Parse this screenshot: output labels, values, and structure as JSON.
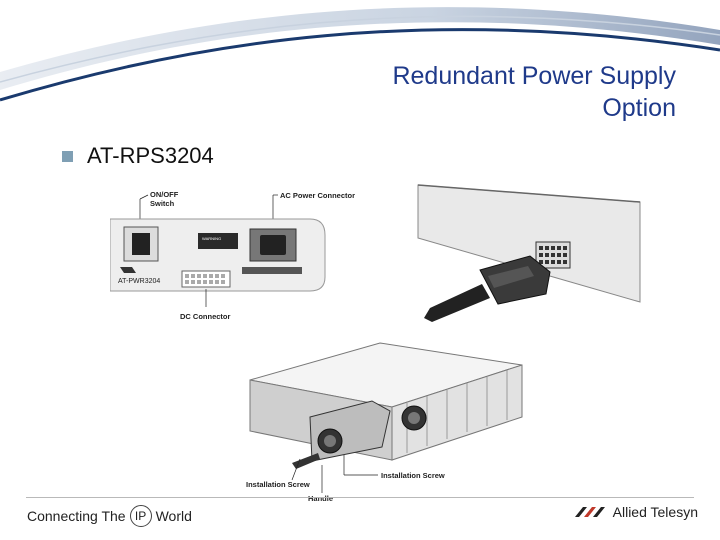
{
  "slide": {
    "title_line1": "Redundant Power Supply",
    "title_line2": "Option",
    "bullet": "AT-RPS3204"
  },
  "figure_rear": {
    "on_off_label_1": "ON/OFF",
    "on_off_label_2": "Switch",
    "ac_connector_label": "AC Power Connector",
    "model_label": "AT-PWR3204",
    "dc_connector_label": "DC Connector"
  },
  "figure_install": {
    "installation_screw_right": "Installation Screw",
    "installation_screw_left": "Installation Screw",
    "handle_label": "Handle"
  },
  "footer": {
    "tagline_before": "Connecting The",
    "tagline_ip": "IP",
    "tagline_after": "World",
    "brand": "Allied Telesyn"
  },
  "colors": {
    "title": "#1f3a8a",
    "swoosh": "#1a3a6e",
    "bullet": "#7f9fb4"
  }
}
